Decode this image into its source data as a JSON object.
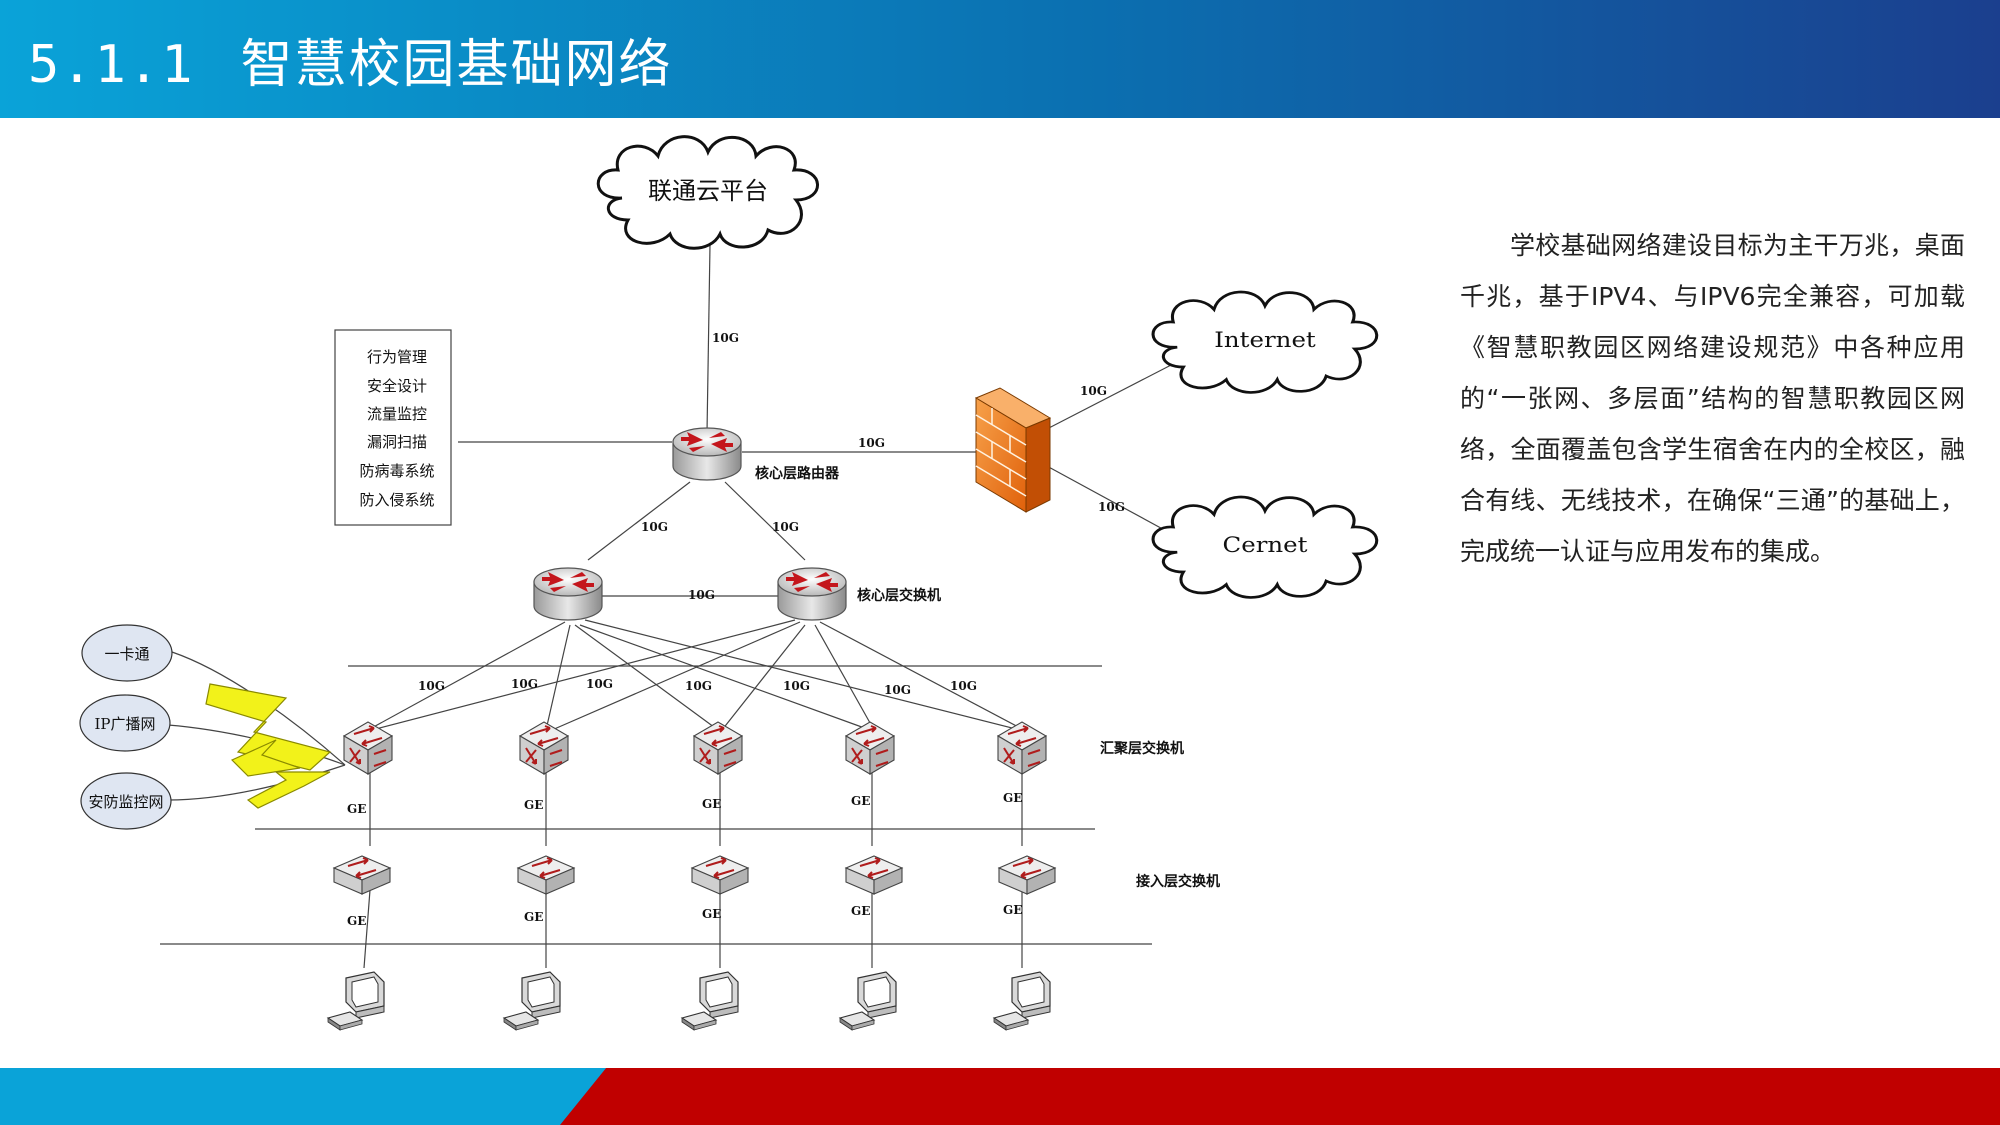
{
  "header": {
    "number": "5.1.1",
    "title": "智慧校园基础网络"
  },
  "description": "学校基础网络建设目标为主干万兆，桌面千兆，基于IPV4、与IPV6完全兼容，可加载《智慧职教园区网络建设规范》中各种应用的“一张网、多层面”结构的智慧职教园区网络，全面覆盖包含学生宿舍在内的全校区，融合有线、无线技术，在确保“三通”的基础上，完成统一认证与应用发布的集成。",
  "diagram": {
    "clouds": {
      "unicom": "联通云平台",
      "internet": "Internet",
      "cernet": "Cernet"
    },
    "security_box": [
      "行为管理",
      "安全设计",
      "流量监控",
      "漏洞扫描",
      "防病毒系统",
      "防入侵系统"
    ],
    "layer_labels": {
      "core_router": "核心层路由器",
      "core_switch": "核心层交换机",
      "aggregation": "汇聚层交换机",
      "access": "接入层交换机"
    },
    "systems": [
      "一卡通",
      "IP广播网",
      "安防监控网"
    ],
    "links": {
      "ten_g": "10G",
      "ge": "GE"
    }
  },
  "colors": {
    "header_start": "#0aa3d8",
    "header_end": "#1b3f8e",
    "footer_red": "#c00000",
    "firewall": "#f07a1f",
    "lightning": "#f2f21a"
  }
}
